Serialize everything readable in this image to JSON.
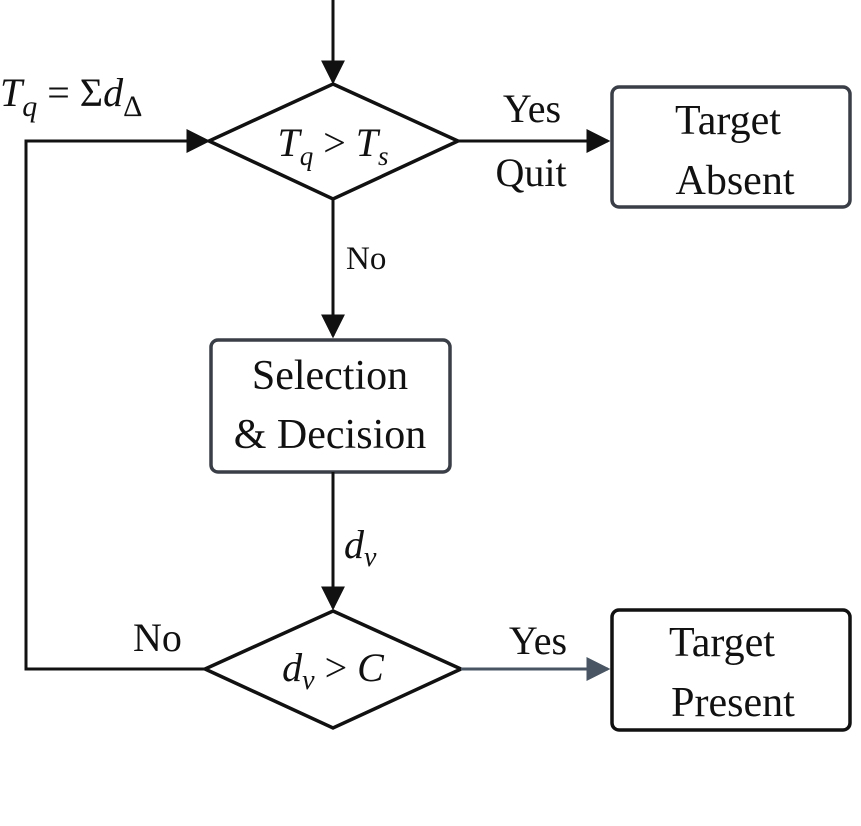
{
  "diagram": {
    "formula_accumulate": {
      "left": "T",
      "left_sub": "q",
      "eq": " = Σ",
      "right": "d",
      "right_sub": "Δ"
    },
    "decision_quit": {
      "a": "T",
      "a_sub": "q",
      "op": " > ",
      "b": "T",
      "b_sub": "s"
    },
    "decision_detect": {
      "a": "d",
      "a_sub": "v",
      "op": " > ",
      "b": "C"
    },
    "box_absent": {
      "line1": "Target",
      "line2": "Absent"
    },
    "box_selection": {
      "line1": "Selection",
      "line2": "& Decision"
    },
    "box_present": {
      "line1": "Target",
      "line2": "Present"
    },
    "edge_quit_yes": "Yes",
    "edge_quit_label": "Quit",
    "edge_quit_no": "No",
    "edge_dv": {
      "var": "d",
      "sub": "v"
    },
    "edge_detect_yes": "Yes",
    "edge_detect_no": "No",
    "colors": {
      "stroke": "#111111",
      "box_border": "#3a3f47",
      "arrow_slate": "#4a5563",
      "background": "#ffffff"
    }
  }
}
